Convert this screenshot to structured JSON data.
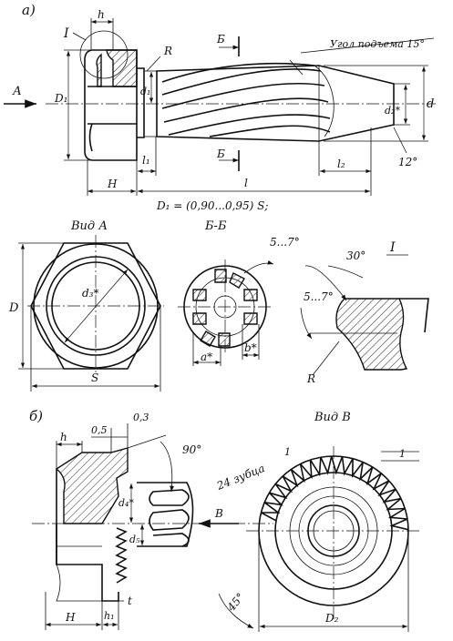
{
  "labels": {
    "part_a": "а)",
    "part_b": "б)",
    "view_a": "Вид А",
    "view_a_arrow": "А",
    "section_bb": "Б-Б",
    "cut_b": "Б",
    "view_v": "Вид В",
    "view_v_arrow": "В",
    "detail_i": "I",
    "formula": "D₁ = (0,90...0,95) S;",
    "lift_angle": "Угол подъема 15°",
    "teeth": "24 зубца"
  },
  "dims": {
    "h": "h",
    "R": "R",
    "D1": "D₁",
    "d1": "d₁",
    "d2": "d₂*",
    "d": "d",
    "l1": "l₁",
    "l2": "l₂",
    "l": "l",
    "H": "H",
    "angle12": "12°",
    "D": "D",
    "d3": "d₃*",
    "S": "S",
    "a": "a*",
    "b": "b*",
    "ang57a": "5...7°",
    "ang57b": "5...7°",
    "ang30": "30°",
    "Rdet": "R",
    "hb": "h",
    "v05": "0,5",
    "v03": "0,3",
    "ang90": "90°",
    "d4": "d₄*",
    "d5": "d₅",
    "t": "t",
    "Hb": "H",
    "h1": "h₁",
    "one_a": "1",
    "one_b": "1",
    "ang45": "45°",
    "D2": "D₂"
  }
}
